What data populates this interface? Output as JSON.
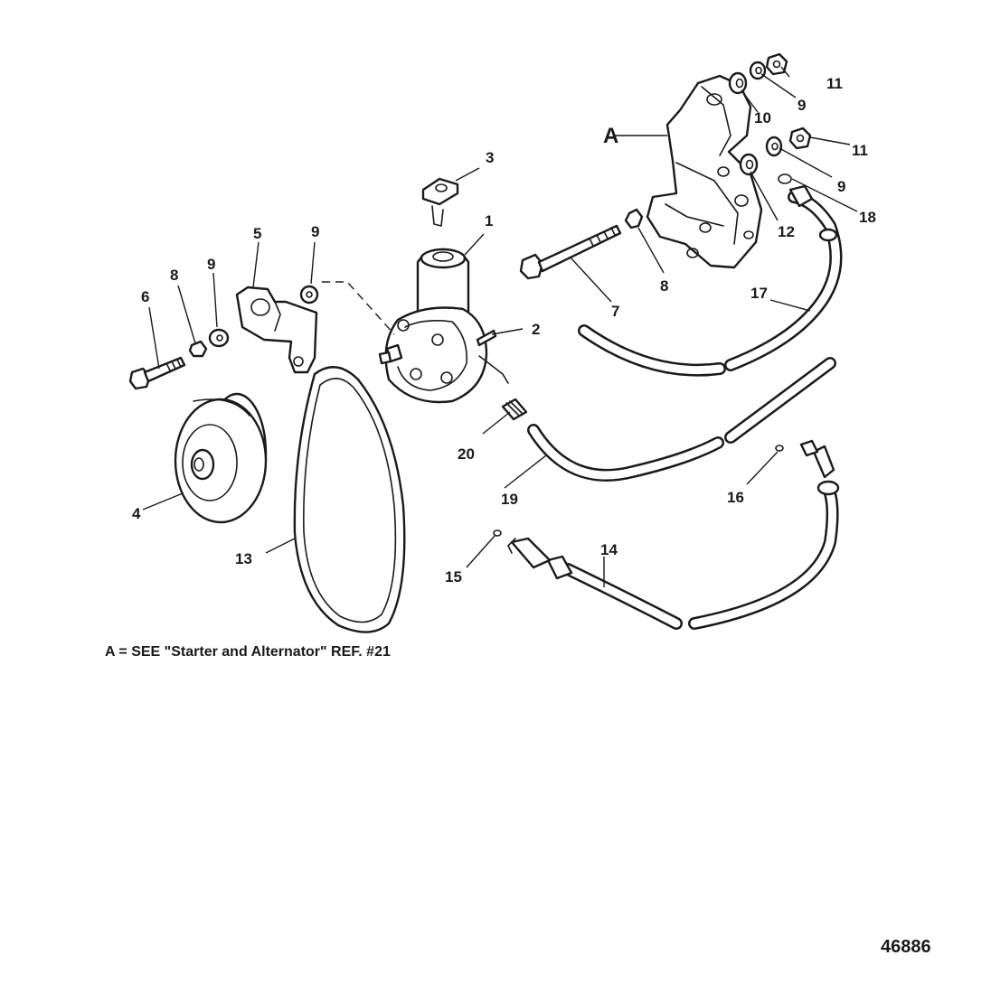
{
  "note": "A = SEE \"Starter and Alternator\" REF. #21",
  "figure_number": "46886",
  "labels": {
    "A": "A",
    "1": "1",
    "2": "2",
    "3": "3",
    "4": "4",
    "5": "5",
    "6": "6",
    "7": "7",
    "8a": "8",
    "8b": "8",
    "9a": "9",
    "9b": "9",
    "9c": "9",
    "9d": "9",
    "10": "10",
    "11a": "11",
    "11b": "11",
    "12": "12",
    "13": "13",
    "14": "14",
    "15": "15",
    "16": "16",
    "17": "17",
    "18": "18",
    "19": "19",
    "20": "20"
  }
}
